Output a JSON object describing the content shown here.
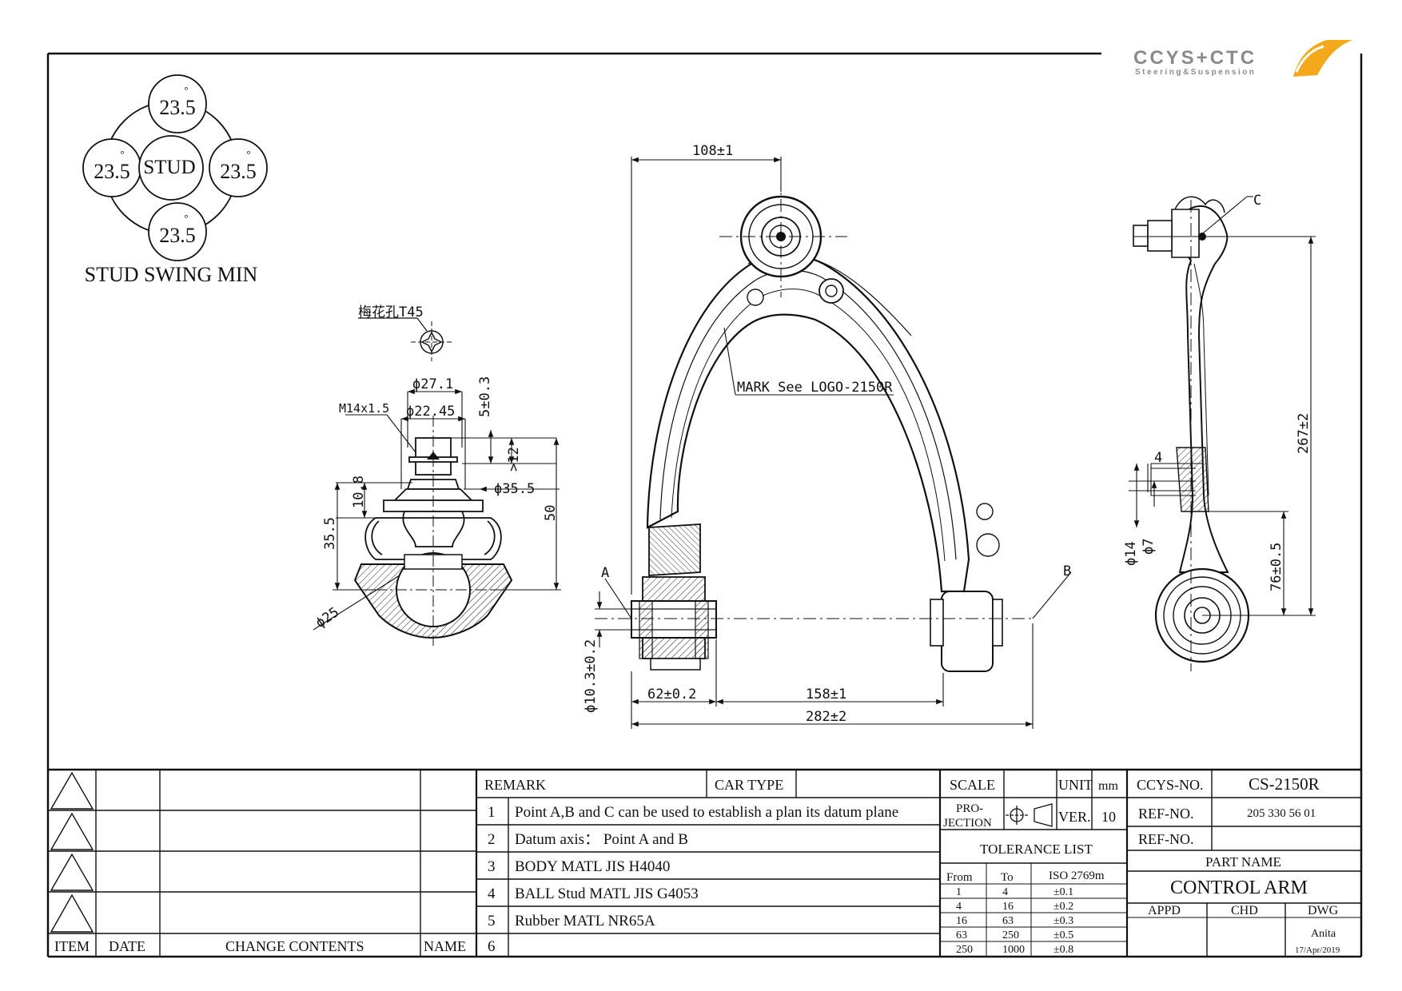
{
  "logo": {
    "brand": "CCYS+CTC",
    "tagline": "Steering&Suspension",
    "accent": "#f4a81c",
    "grey": "#8a8a8a"
  },
  "swing": {
    "top": "23.5",
    "left": "23.5",
    "right": "23.5",
    "bottom": "23.5",
    "center": "STUD",
    "deg": "°",
    "caption": "STUD SWING MIN"
  },
  "stud": {
    "torx": "梅花孔T45",
    "d27": "ϕ27.1",
    "thread": "M14x1.5",
    "d22": "ϕ22.45",
    "tol5": "5±0.3",
    "gt12": ">12",
    "h108": "10.8",
    "d35": "ϕ35.5",
    "h50": "50",
    "h355": "35.5",
    "d25": "ϕ25"
  },
  "arm": {
    "w108": "108±1",
    "mark": "MARK See LOGO-2150R",
    "ptA": "A",
    "ptB": "B",
    "d103": "ϕ10.3±0.2",
    "w62": "62±0.2",
    "w158": "158±1",
    "w282": "282±2"
  },
  "side": {
    "ptC": "C",
    "h267": "267±2",
    "w4": "4",
    "d14": "ϕ14",
    "d7": "ϕ7",
    "h76": "76±0.5"
  },
  "titleblock": {
    "change_headers": [
      "ITEM",
      "DATE",
      "CHANGE CONTENTS",
      "NAME"
    ],
    "remark_label": "REMARK",
    "cartype_label": "CAR TYPE",
    "remarks": [
      {
        "n": "1",
        "text": "Point A,B and C can be used to establish a plan its datum plane"
      },
      {
        "n": "2",
        "text": "Datum axis： Point A and B"
      },
      {
        "n": "3",
        "text": "BODY MATL JIS H4040"
      },
      {
        "n": "4",
        "text": "BALL Stud MATL JIS G4053"
      },
      {
        "n": "5",
        "text": "Rubber MATL NR65A"
      },
      {
        "n": "6",
        "text": ""
      }
    ],
    "scale_label": "SCALE",
    "unit_label": "UNIT",
    "unit_value": "mm",
    "proj_label1": "PRO-",
    "proj_label2": "JECTION",
    "ver_label": "VER.",
    "ver_value": "10",
    "tol_title": "TOLERANCE LIST",
    "tol_headers": [
      "From",
      "To",
      "ISO 2769m"
    ],
    "tol_rows": [
      [
        "1",
        "4",
        "±0.1"
      ],
      [
        "4",
        "16",
        "±0.2"
      ],
      [
        "16",
        "63",
        "±0.3"
      ],
      [
        "63",
        "250",
        "±0.5"
      ],
      [
        "250",
        "1000",
        "±0.8"
      ]
    ],
    "ccys_label": "CCYS-NO.",
    "ccys_value": "CS-2150R",
    "ref_label": "REF-NO.",
    "ref_value": "205 330 56 01",
    "ref2_label": "REF-NO.",
    "part_name_label": "PART NAME",
    "part_name": "CONTROL ARM",
    "appd": "APPD",
    "chd": "CHD",
    "dwg": "DWG",
    "drawer": "Anita",
    "date": "17/Apr/2019"
  }
}
